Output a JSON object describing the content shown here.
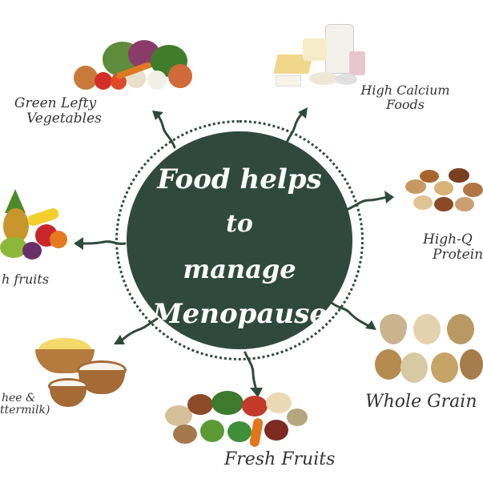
{
  "center": {
    "line1": "Food helps",
    "line2": "to",
    "line3": "manage",
    "line4": "Menopause"
  },
  "labels": {
    "green_leafy_1": "Green Lefty",
    "green_leafy_2": "Vegetables",
    "calcium_1": "High Calcium",
    "calcium_2": "Foods",
    "protein_1": "High-Q",
    "protein_2": "Protein",
    "fruits_left": "h fruits",
    "ghee_1": "hee &",
    "ghee_2": "ttermilk)",
    "fresh_fruits": "Fresh Fruits",
    "whole_grains": "Whole Grain"
  },
  "colors": {
    "center_disc": "#2f4a3c",
    "text": "#333333"
  },
  "icons": [
    "vegetables-illustration",
    "dairy-illustration",
    "nuts-illustration",
    "fruits-illustration",
    "ghee-buttermilk-illustration",
    "fresh-produce-illustration",
    "grains-illustration"
  ]
}
